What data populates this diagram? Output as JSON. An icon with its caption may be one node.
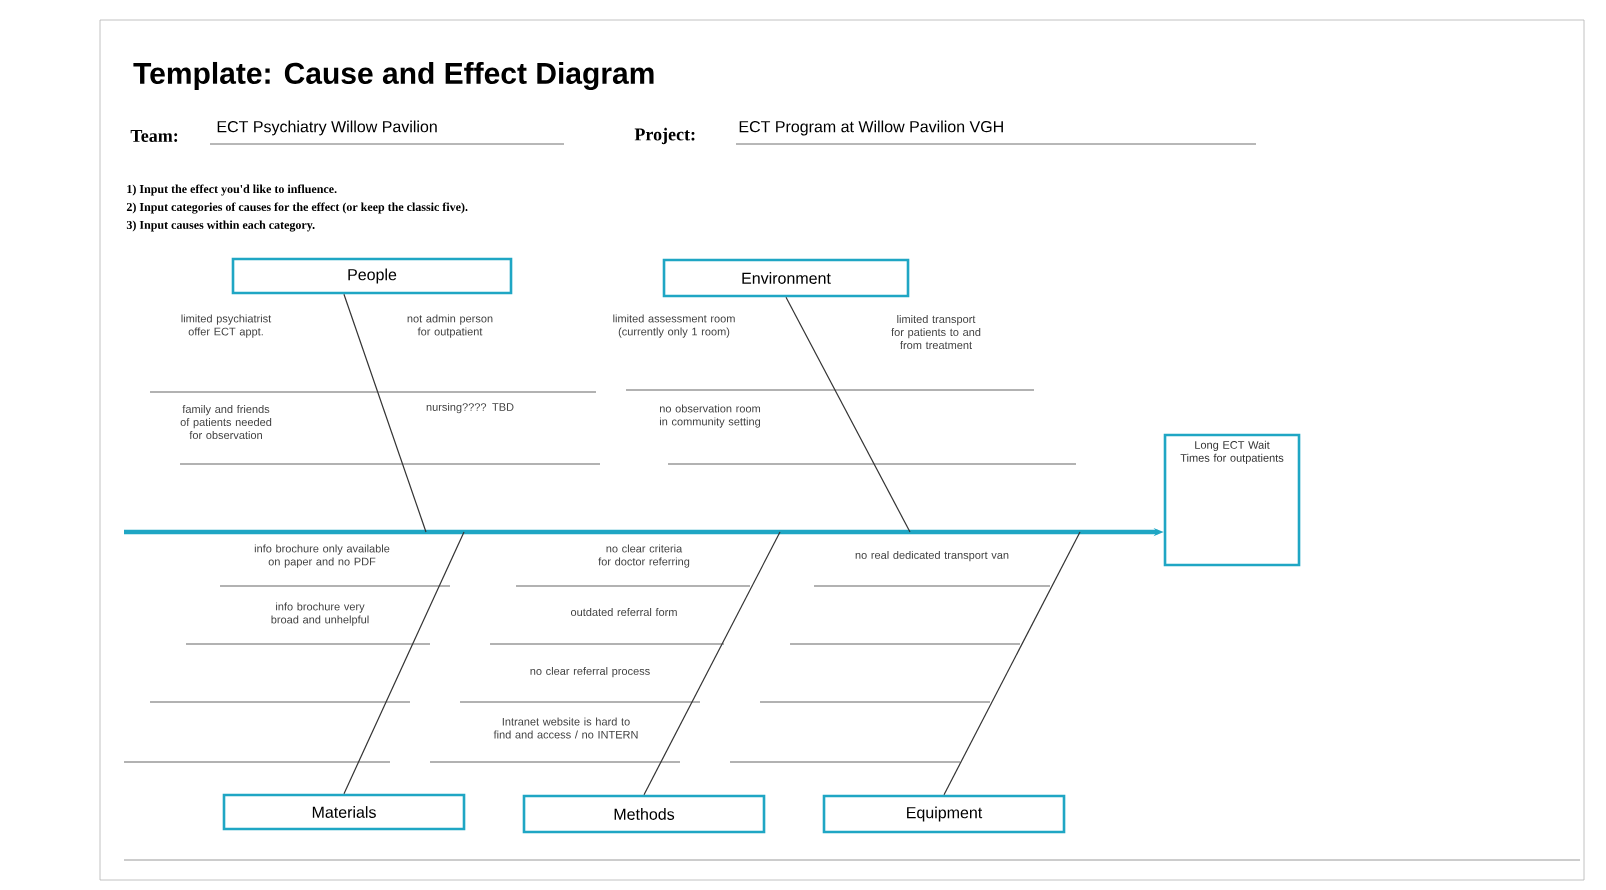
{
  "diagram": {
    "title": "Template: Cause and Effect Diagram",
    "nodes": [
      {
        "text": [
          "People"
        ]
      },
      {
        "text": [
          "Environment"
        ]
      },
      {
        "text": [
          "Long ECT Wait Times for outpatients"
        ]
      },
      {
        "text": [
          "Materials"
        ]
      },
      {
        "text": [
          "Methods"
        ]
      },
      {
        "text": [
          "Equipment"
        ]
      }
    ],
    "edges": [
      {
        "from": null,
        "to": 2,
        "arrow": "to",
        "style": "thick",
        "color": "#1fa6c4"
      },
      {
        "from": 0,
        "to": null,
        "arrow": "none"
      },
      {
        "from": 1,
        "to": null,
        "arrow": "none"
      },
      {
        "from": 3,
        "to": null,
        "arrow": "none"
      },
      {
        "from": 4,
        "to": null,
        "arrow": "none"
      },
      {
        "from": 5,
        "to": null,
        "arrow": "none"
      }
    ],
    "labels": [
      "Team:",
      "ECT Psychiatry Willow Pavilion",
      "Project:",
      "ECT Program at Willow Pavilion VGH",
      "1) Input the effect you'd like to influence.",
      "2) Input categories of causes for the effect (or keep the classic five).",
      "3) Input causes within each category.",
      "limited psychiatrist offer ECT appt.",
      "not admin person for outpatient",
      "limited assessment room (currently only 1 room)",
      "limited transport for patients to and from treatment",
      "family and friends of patients needed for observation",
      "nursing???? TBD",
      "no observation room in community setting",
      "info brochure only available on paper and no PDF",
      "no clear criteria for doctor referring",
      "no real dedicated transport van",
      "info brochure very broad and unhelpful",
      "outdated referral form",
      "no clear referral process",
      "Intranet website is hard to find and access / no INTERN"
    ]
  }
}
